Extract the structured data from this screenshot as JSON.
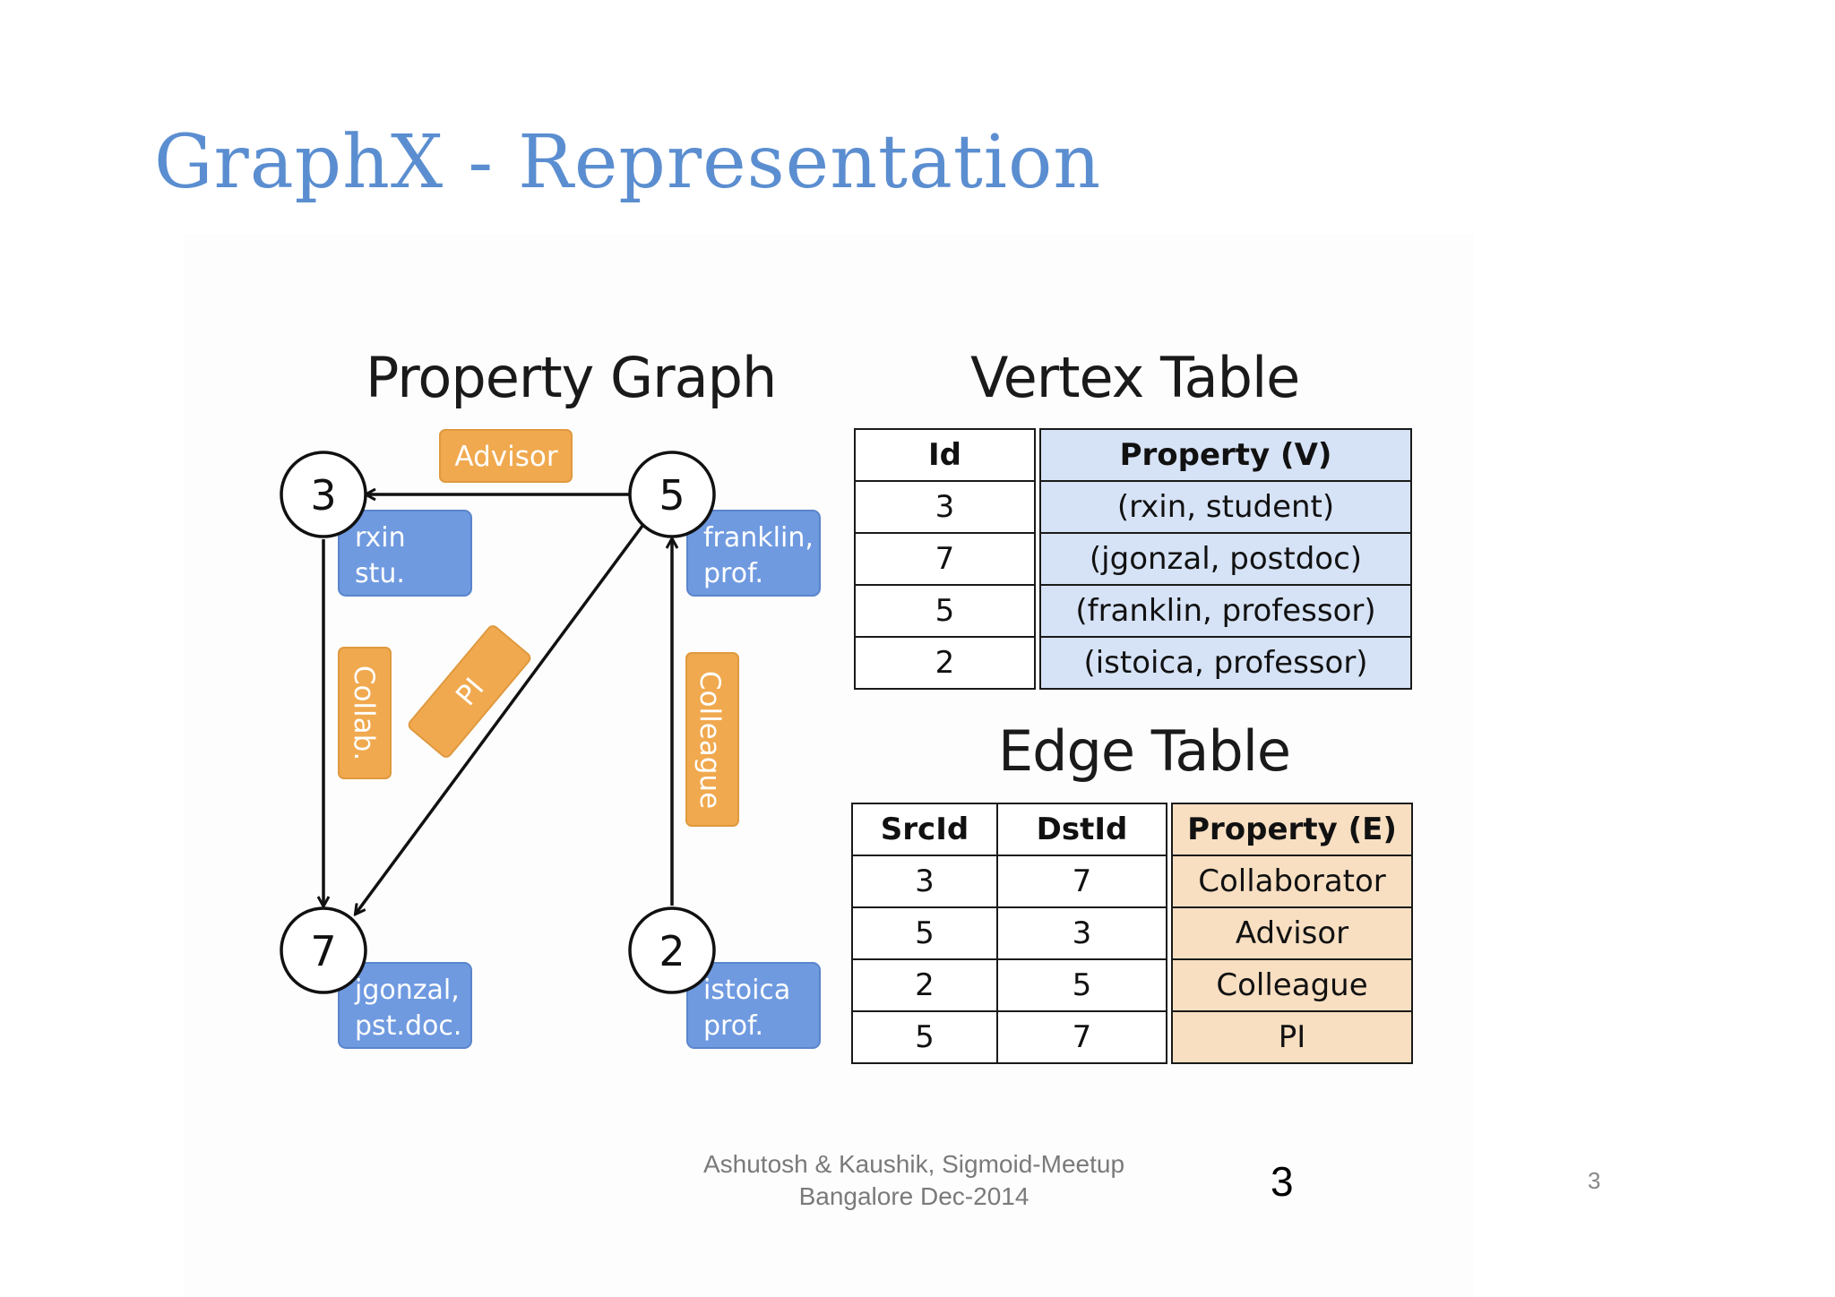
{
  "title": "GraphX - Representation",
  "graph": {
    "heading": "Property Graph",
    "nodes": [
      {
        "id": "3",
        "property_lines": [
          "rxin",
          "stu."
        ]
      },
      {
        "id": "5",
        "property_lines": [
          "franklin,",
          "prof."
        ]
      },
      {
        "id": "7",
        "property_lines": [
          "jgonzal,",
          "pst.doc."
        ]
      },
      {
        "id": "2",
        "property_lines": [
          "istoica",
          "prof."
        ]
      }
    ],
    "edges": [
      {
        "src": "5",
        "dst": "3",
        "label": "Advisor"
      },
      {
        "src": "3",
        "dst": "7",
        "label": "Collab."
      },
      {
        "src": "5",
        "dst": "7",
        "label": "PI"
      },
      {
        "src": "2",
        "dst": "5",
        "label": "Colleague"
      }
    ],
    "colors": {
      "vertex_property": "#6f9ae0",
      "edge_property": "#f0a94f"
    }
  },
  "vertex_table": {
    "heading": "Vertex Table",
    "headers": [
      "Id",
      "Property (V)"
    ],
    "rows": [
      [
        "3",
        "(rxin, student)"
      ],
      [
        "7",
        "(jgonzal, postdoc)"
      ],
      [
        "5",
        "(franklin, professor)"
      ],
      [
        "2",
        "(istoica, professor)"
      ]
    ]
  },
  "edge_table": {
    "heading": "Edge Table",
    "headers": [
      "SrcId",
      "DstId",
      "Property (E)"
    ],
    "rows": [
      [
        "3",
        "7",
        "Collaborator"
      ],
      [
        "5",
        "3",
        "Advisor"
      ],
      [
        "2",
        "5",
        "Colleague"
      ],
      [
        "5",
        "7",
        "PI"
      ]
    ]
  },
  "footer": {
    "credit_line1": "Ashutosh & Kaushik, Sigmoid-Meetup",
    "credit_line2": "Bangalore Dec-2014",
    "page_number_large": "3",
    "page_number_small": "3"
  }
}
